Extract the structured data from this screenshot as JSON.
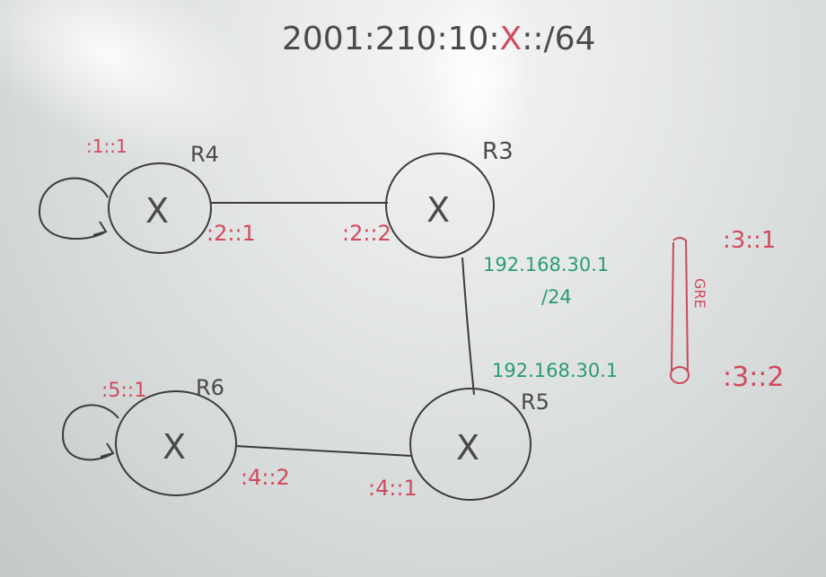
{
  "title": {
    "prefix": "2001:210:10:",
    "variable": "X",
    "suffix": "::/64"
  },
  "routers": {
    "r3": {
      "name": "R3",
      "mark": "X"
    },
    "r4": {
      "name": "R4",
      "mark": "X"
    },
    "r5": {
      "name": "R5",
      "mark": "X"
    },
    "r6": {
      "name": "R6",
      "mark": "X"
    }
  },
  "addresses": {
    "r4_loopback": ":1::1",
    "r4_to_r3": ":2::1",
    "r3_to_r4": ":2::2",
    "r6_loopback": ":5::1",
    "r6_to_r5": ":4::2",
    "r5_to_r6": ":4::1",
    "tunnel_r3": ":3::1",
    "tunnel_r5": ":3::2"
  },
  "ipv4": {
    "r3_ip": "192.168.30.1",
    "mask": "/24",
    "r5_ip": "192.168.30.1"
  },
  "tunnel": {
    "label": "GRE"
  },
  "colors": {
    "ink": "#3c3c3c",
    "red": "#d24a5e",
    "green": "#2a9a78",
    "board": "#dfe2e1"
  }
}
